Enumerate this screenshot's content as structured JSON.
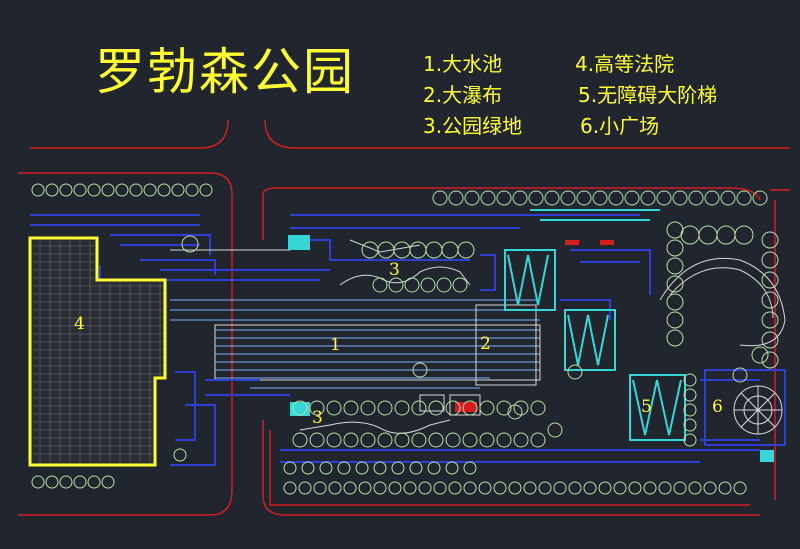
{
  "title": "罗勃森公园",
  "legend": [
    {
      "num": "1.",
      "label": "大水池",
      "text": "1.大水池"
    },
    {
      "num": "2.",
      "label": "大瀑布",
      "text": "2.大瀑布"
    },
    {
      "num": "3.",
      "label": "公园绿地",
      "text": "3.公园绿地"
    },
    {
      "num": "4.",
      "label": "高等法院",
      "text": "4.高等法院"
    },
    {
      "num": "5.",
      "label": "无障碍大阶梯",
      "text": "5.无障碍大阶梯"
    },
    {
      "num": "6.",
      "label": "小广场",
      "text": "6.小广场"
    }
  ],
  "zones": {
    "z1": "1",
    "z2": "2",
    "z3a": "3",
    "z3b": "3",
    "z4": "4",
    "z5": "5",
    "z6": "6"
  },
  "colors": {
    "background": "#21252d",
    "annotation": "#ffff33",
    "water": "#7fb2ff",
    "structure": "#2f3fd6",
    "boundary": "#d11f1f",
    "trees": "#b8e0a8",
    "steps": "#34d6d6",
    "outline": "#d8d8d8"
  }
}
